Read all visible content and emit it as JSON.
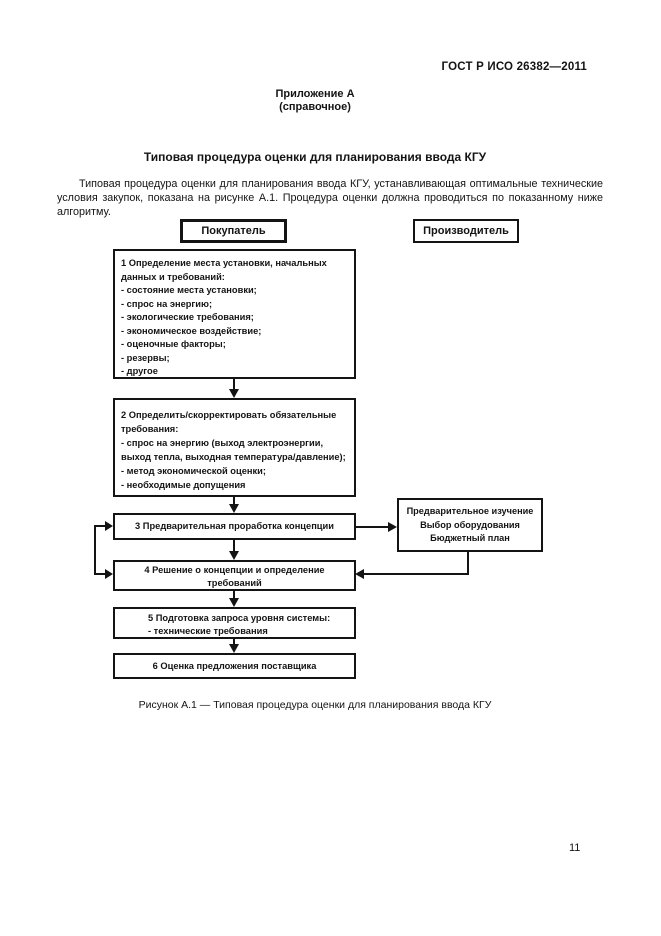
{
  "page": {
    "header": "ГОСТ Р ИСО 26382—2011",
    "appendix_label": "Приложение А",
    "appendix_note": "(справочное)",
    "section_title": "Типовая процедура оценки для планирования ввода КГУ",
    "intro_paragraph": "Типовая процедура оценки для планирования ввода КГУ, устанавливающая оптимальные технические условия закупок, показана на рисунке А.1. Процедура оценки должна проводиться по показанному ниже алгоритму.",
    "figure_caption": "Рисунок А.1 — Типовая процедура оценки для планирования ввода КГУ",
    "page_number": "11"
  },
  "flowchart": {
    "buyer_label": "Покупатель",
    "manufacturer_label": "Производитель",
    "box1": "1 Определение места установки, начальных\nданных и требований:\n- состояние места установки;\n- спрос на энергию;\n- экологические требования;\n- экономическое воздействие;\n- оценочные факторы;\n- резервы;\n- другое",
    "box2": "2 Определить/скорректировать обязательные\nтребования:\n- спрос на энергию (выход электроэнергии,\nвыход тепла, выходная температура/давление);\n- метод экономической оценки;\n- необходимые допущения",
    "box3": "3 Предварительная проработка концепции",
    "side_box": "Предварительное изучение\nВыбор оборудования\nБюджетный план",
    "box4": "4 Решение о концепции и определение\nтребований",
    "box5": "5 Подготовка запроса уровня системы:\n- технические требования",
    "box6": "6 Оценка предложения поставщика"
  }
}
